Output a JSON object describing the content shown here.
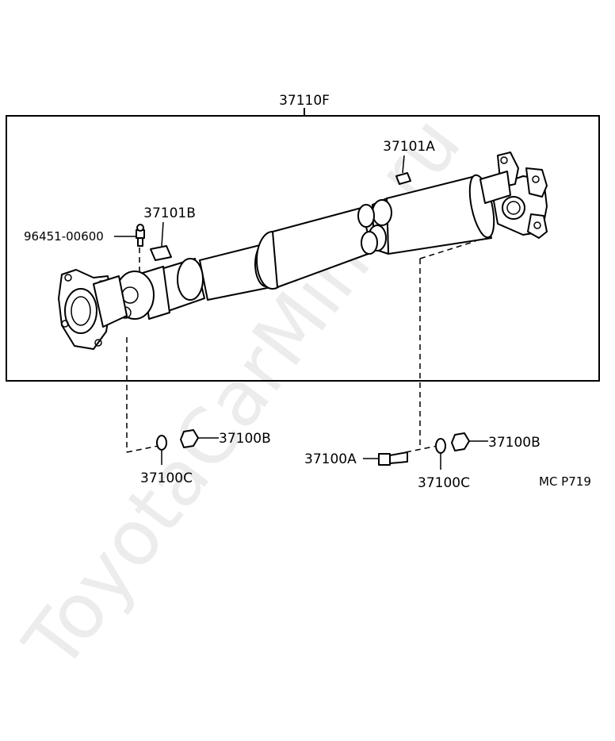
{
  "watermark": "ToyotaCarMine.ru",
  "callouts": {
    "assembly": "37110F",
    "dust_seal_a": "37101A",
    "dust_seal_b": "37101B",
    "grease_fitting": "96451-00600",
    "washer_left": "37100C",
    "nut_left": "37100B",
    "bolt_right": "37100A",
    "washer_right": "37100C",
    "nut_right": "37100B"
  },
  "figure_code": "MC P719"
}
